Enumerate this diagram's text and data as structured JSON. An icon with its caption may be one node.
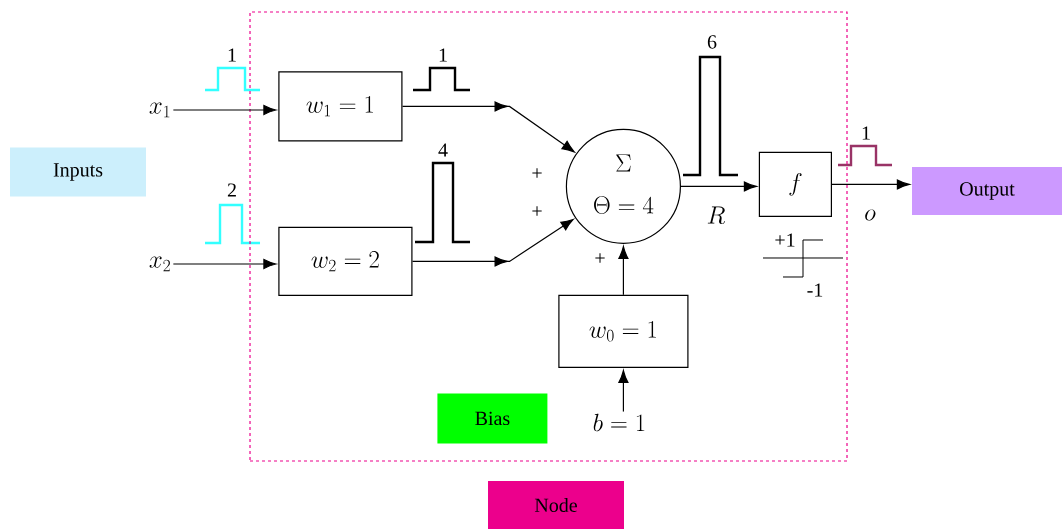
{
  "diagram": {
    "nodes": [
      {
        "text": [],
        "shape": "box"
      },
      {
        "text": [
          "Inputs"
        ]
      },
      {
        "text": [
          "x_1"
        ]
      },
      {
        "text": [
          "x_2"
        ]
      },
      {
        "text": [
          "w_1 = 1"
        ],
        "in": 0
      },
      {
        "text": [
          "w_2 = 2"
        ],
        "in": 0
      },
      {
        "text": [
          "\\Sigma",
          "\\Theta = 4"
        ],
        "in": 0
      },
      {
        "text": [
          "f"
        ],
        "in": 0
      },
      {
        "text": [
          "w_0 = 1"
        ],
        "in": 0
      },
      {
        "text": [
          "b = 1"
        ],
        "in": 0
      },
      {
        "text": [
          "Bias"
        ],
        "in": 0
      },
      {
        "text": [
          "Output"
        ]
      },
      {
        "text": [
          "Node"
        ]
      }
    ],
    "edges": [
      {
        "from": 2,
        "to": 4,
        "arrow": "to"
      },
      {
        "from": 3,
        "to": 5,
        "arrow": "to"
      },
      {
        "from": 4,
        "to": 6,
        "arrow": "to"
      },
      {
        "from": 5,
        "to": 6,
        "arrow": "to"
      },
      {
        "from": 6,
        "to": 7,
        "arrow": "to",
        "label": "R"
      },
      {
        "from": 7,
        "to": 11,
        "arrow": "to",
        "label": "o"
      },
      {
        "from": 8,
        "to": 6,
        "arrow": "to"
      },
      {
        "from": 9,
        "to": 8,
        "arrow": "to"
      }
    ],
    "labels": [
      "6",
      "1",
      "1",
      "4",
      "1",
      "+",
      "2",
      "+",
      "+1",
      "+",
      "-1"
    ]
  }
}
